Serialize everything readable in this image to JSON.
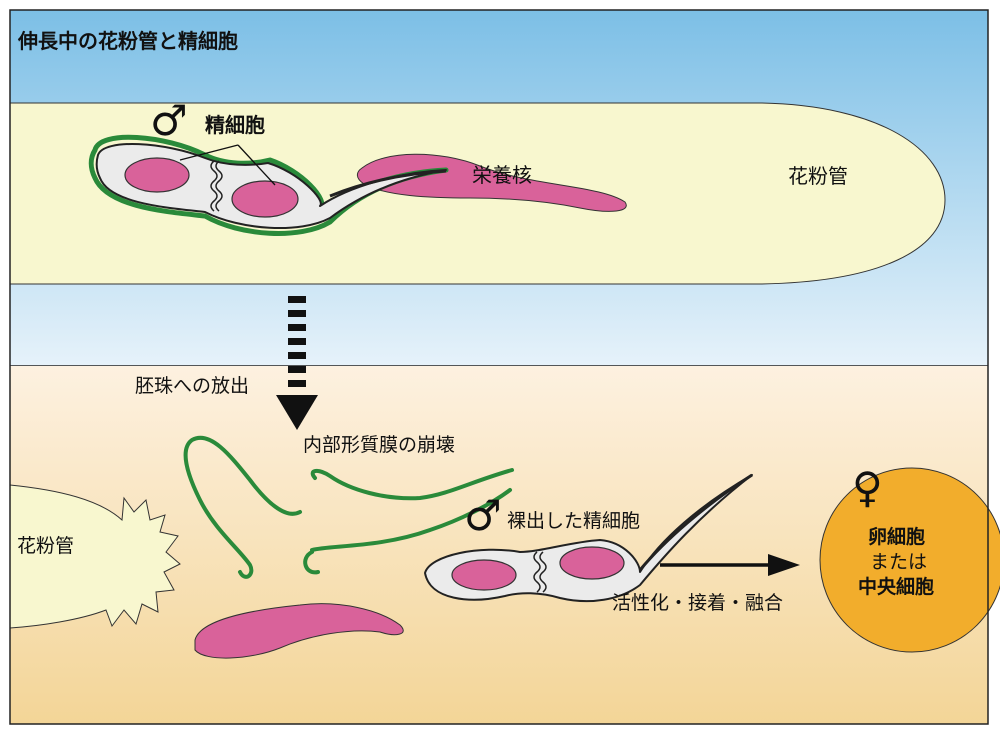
{
  "top_panel": {
    "title": "伸長中の花粉管と精細胞",
    "sperm_label": "精細胞",
    "male_symbol": "♂",
    "vegetative_nucleus_label": "栄養核",
    "pollen_tube_label": "花粉管"
  },
  "bottom_panel": {
    "release_label": "胚珠への放出",
    "membrane_label": "内部形質膜の崩壊",
    "pollen_tube_label": "花粉管",
    "male_symbol": "♂",
    "naked_sperm_label": "裸出した精細胞",
    "process_label": "活性化・接着・融合",
    "female_symbol": "♀",
    "target_line1": "卵細胞",
    "target_line2": "または",
    "target_line3": "中央細胞"
  },
  "colors": {
    "sky_top": "#7cbfe6",
    "sky_bottom": "#e6f2fa",
    "warm_top": "#fdf1e0",
    "warm_bottom": "#f3d597",
    "pollen_tube": "#f8f7cf",
    "nucleus": "#d9629a",
    "membrane": "#2a8a3a",
    "cell_fill": "#ebebeb",
    "egg_cell": "#f2ad2c"
  }
}
